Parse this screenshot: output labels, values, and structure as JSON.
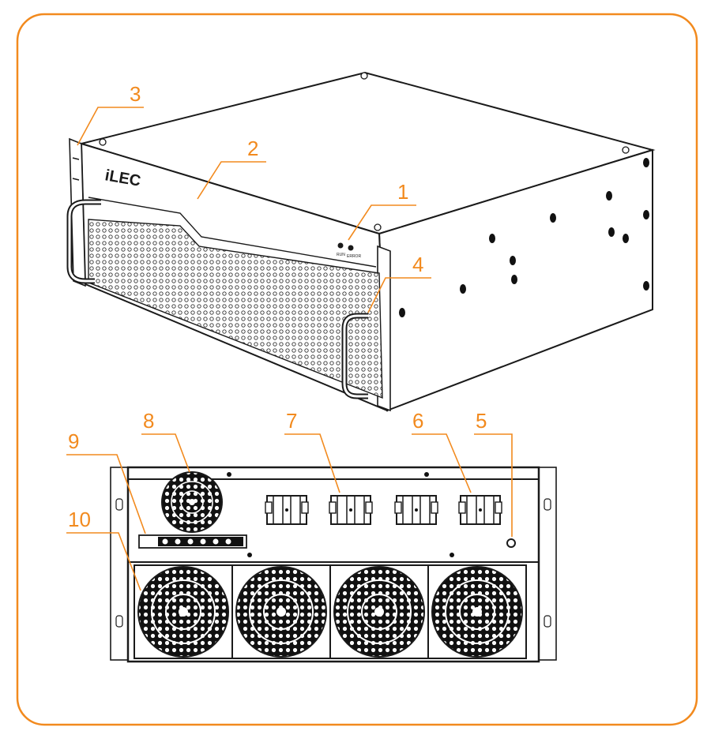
{
  "brand": {
    "logo_text": "iLEC"
  },
  "front_panel": {
    "led_labels": [
      "RUN",
      "ERROR"
    ]
  },
  "callouts": [
    {
      "id": "1",
      "label": "1"
    },
    {
      "id": "2",
      "label": "2"
    },
    {
      "id": "3",
      "label": "3"
    },
    {
      "id": "4",
      "label": "4"
    },
    {
      "id": "5",
      "label": "5"
    },
    {
      "id": "6",
      "label": "6"
    },
    {
      "id": "7",
      "label": "7"
    },
    {
      "id": "8",
      "label": "8"
    },
    {
      "id": "9",
      "label": "9"
    },
    {
      "id": "10",
      "label": "10"
    }
  ],
  "colors": {
    "accent": "#F28A1E",
    "line": "#1a1a1a",
    "background": "#ffffff"
  }
}
